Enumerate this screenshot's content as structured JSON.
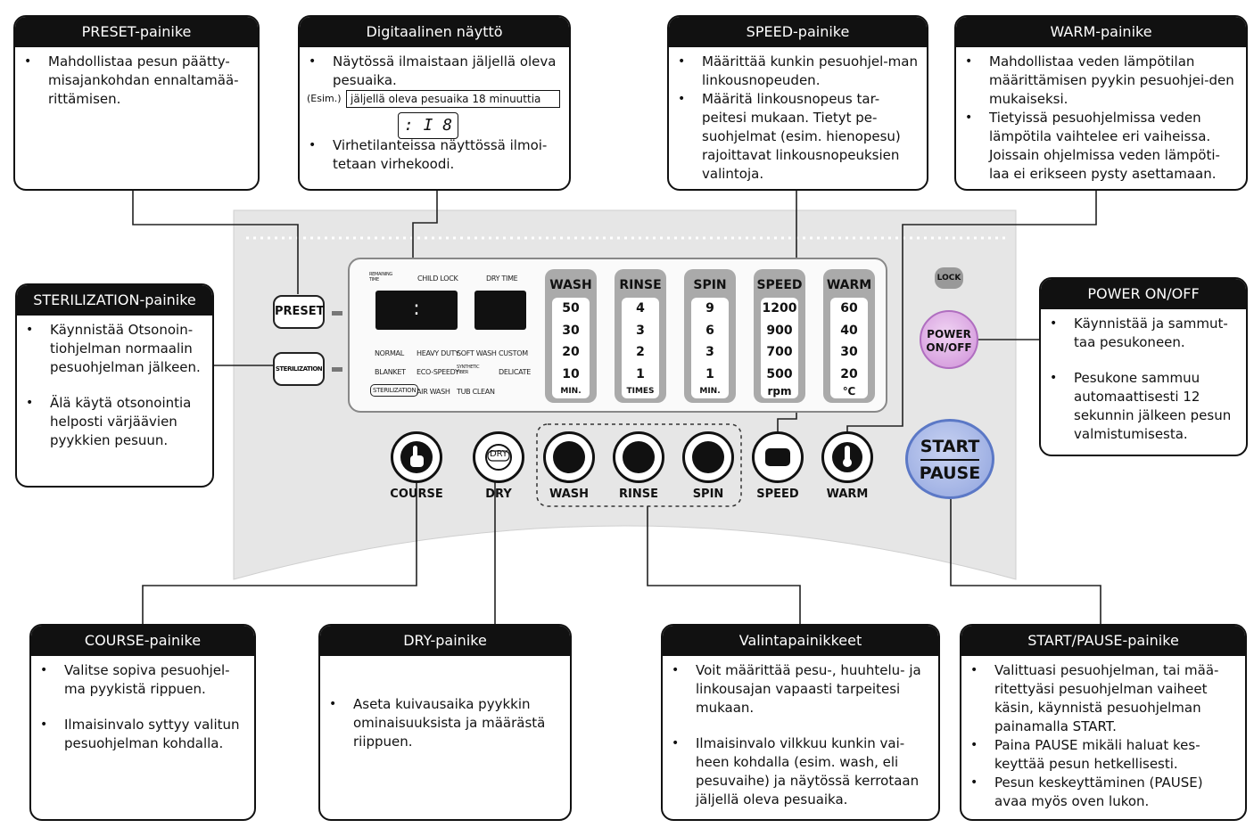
{
  "callouts": {
    "preset": {
      "title": "PRESET-painike",
      "items": [
        "Mahdollistaa pesun päätty-misajankohdan ennaltamää-rittämisen."
      ]
    },
    "display": {
      "title": "Digitaalinen näyttö",
      "items": [
        "Näytössä ilmaistaan jäljellä oleva pesuaika.",
        "Virhetilanteissa näyttössä ilmoi-tetaan virhekoodi."
      ],
      "example_label": "(Esim.)",
      "example_text": "jäljellä oleva pesuaika 18 minuuttia",
      "example_digits": ": I 8"
    },
    "speed": {
      "title": "SPEED-painike",
      "items": [
        "Määrittää kunkin pesuohjel-man linkousnopeuden.",
        "Määritä linkousnopeus tar-peitesi mukaan. Tietyt pe-suohjelmat (esim. hienopesu) rajoittavat linkousnopeuksien valintoja."
      ]
    },
    "warm": {
      "title": "WARM-painike",
      "items": [
        "Mahdollistaa veden lämpötilan määrittämisen pyykin pesuohjei-den mukaiseksi.",
        "Tietyissä pesuohjelmissa veden lämpötila vaihtelee eri vaiheissa. Joissain ohjelmissa veden lämpöti-laa ei erikseen pysty asettamaan."
      ]
    },
    "sterilization": {
      "title": "STERILIZATION-painike",
      "items": [
        "Käynnistää Otsonoin-tiohjelman normaalin pesuohjelman jälkeen.",
        "Älä käytä otsonointia helposti värjäävien pyykkien pesuun."
      ]
    },
    "power": {
      "title": "POWER ON/OFF",
      "items": [
        "Käynnistää ja sammut-taa pesukoneen.",
        "Pesukone sammuu automaattisesti 12 sekunnin jälkeen pesun valmistumisesta."
      ]
    },
    "course": {
      "title": "COURSE-painike",
      "items": [
        "Valitse sopiva pesuohjel-ma pyykistä rippuen.",
        "Ilmaisinvalo syttyy valitun pesuohjelman kohdalla."
      ]
    },
    "dry": {
      "title": "DRY-painike",
      "items": [
        "Aseta kuivausaika pyykkin ominaisuuksista ja määrästä riippuen."
      ]
    },
    "select": {
      "title": "Valintapainikkeet",
      "items": [
        "Voit määrittää pesu-, huuhtelu- ja linkousajan vapaasti tarpeitesi mukaan.",
        "Ilmaisinvalo vilkkuu kunkin vai-heen kohdalla (esim. wash, eli pesuvaihe) ja näytössä kerrotaan jäljellä oleva pesuaika."
      ]
    },
    "start": {
      "title": "START/PAUSE-painike",
      "items": [
        "Valittuasi pesuohjelman, tai mää-ritettyäsi pesuohjelman vaiheet käsin, käynnistä pesuohjelman painamalla START.",
        "Paina PAUSE mikäli haluat kes-keyttää pesun hetkellisesti.",
        "Pesun keskeyttäminen (PAUSE) avaa myös oven lukon."
      ]
    }
  },
  "panel": {
    "display_labels": {
      "remaining_time": "REMAINING TIME",
      "child_lock": "CHILD LOCK",
      "dry_time": "DRY TIME",
      "digits": ":"
    },
    "courses": [
      "NORMAL",
      "HEAVY DUTY",
      "SOFT WASH",
      "CUSTOM",
      "BLANKET",
      "ECO-SPEEDY",
      "SYNTHETIC FIBER",
      "DELICATE",
      "STERILIZATION",
      "AIR WASH",
      "TUB CLEAN"
    ],
    "columns": [
      {
        "title": "WASH",
        "values": [
          "50",
          "30",
          "20",
          "10"
        ],
        "unit": "MIN."
      },
      {
        "title": "RINSE",
        "values": [
          "4",
          "3",
          "2",
          "1"
        ],
        "unit": "TIMES"
      },
      {
        "title": "SPIN",
        "values": [
          "9",
          "6",
          "3",
          "1"
        ],
        "unit": "MIN."
      },
      {
        "title": "SPEED",
        "values": [
          "1200",
          "900",
          "700",
          "500"
        ],
        "unit": "rpm"
      },
      {
        "title": "WARM",
        "values": [
          "60",
          "40",
          "30",
          "20"
        ],
        "unit": "℃"
      }
    ],
    "buttons": {
      "preset": "PRESET",
      "sterilization": "STERILIZATION",
      "course": "COURSE",
      "dry": "DRY",
      "dry_icon_text": "DRY",
      "wash": "WASH",
      "rinse": "RINSE",
      "spin": "SPIN",
      "speed": "SPEED",
      "warm": "WARM",
      "lock": "LOCK",
      "power_line1": "POWER",
      "power_line2": "ON/OFF",
      "start": "START",
      "pause": "PAUSE"
    }
  }
}
